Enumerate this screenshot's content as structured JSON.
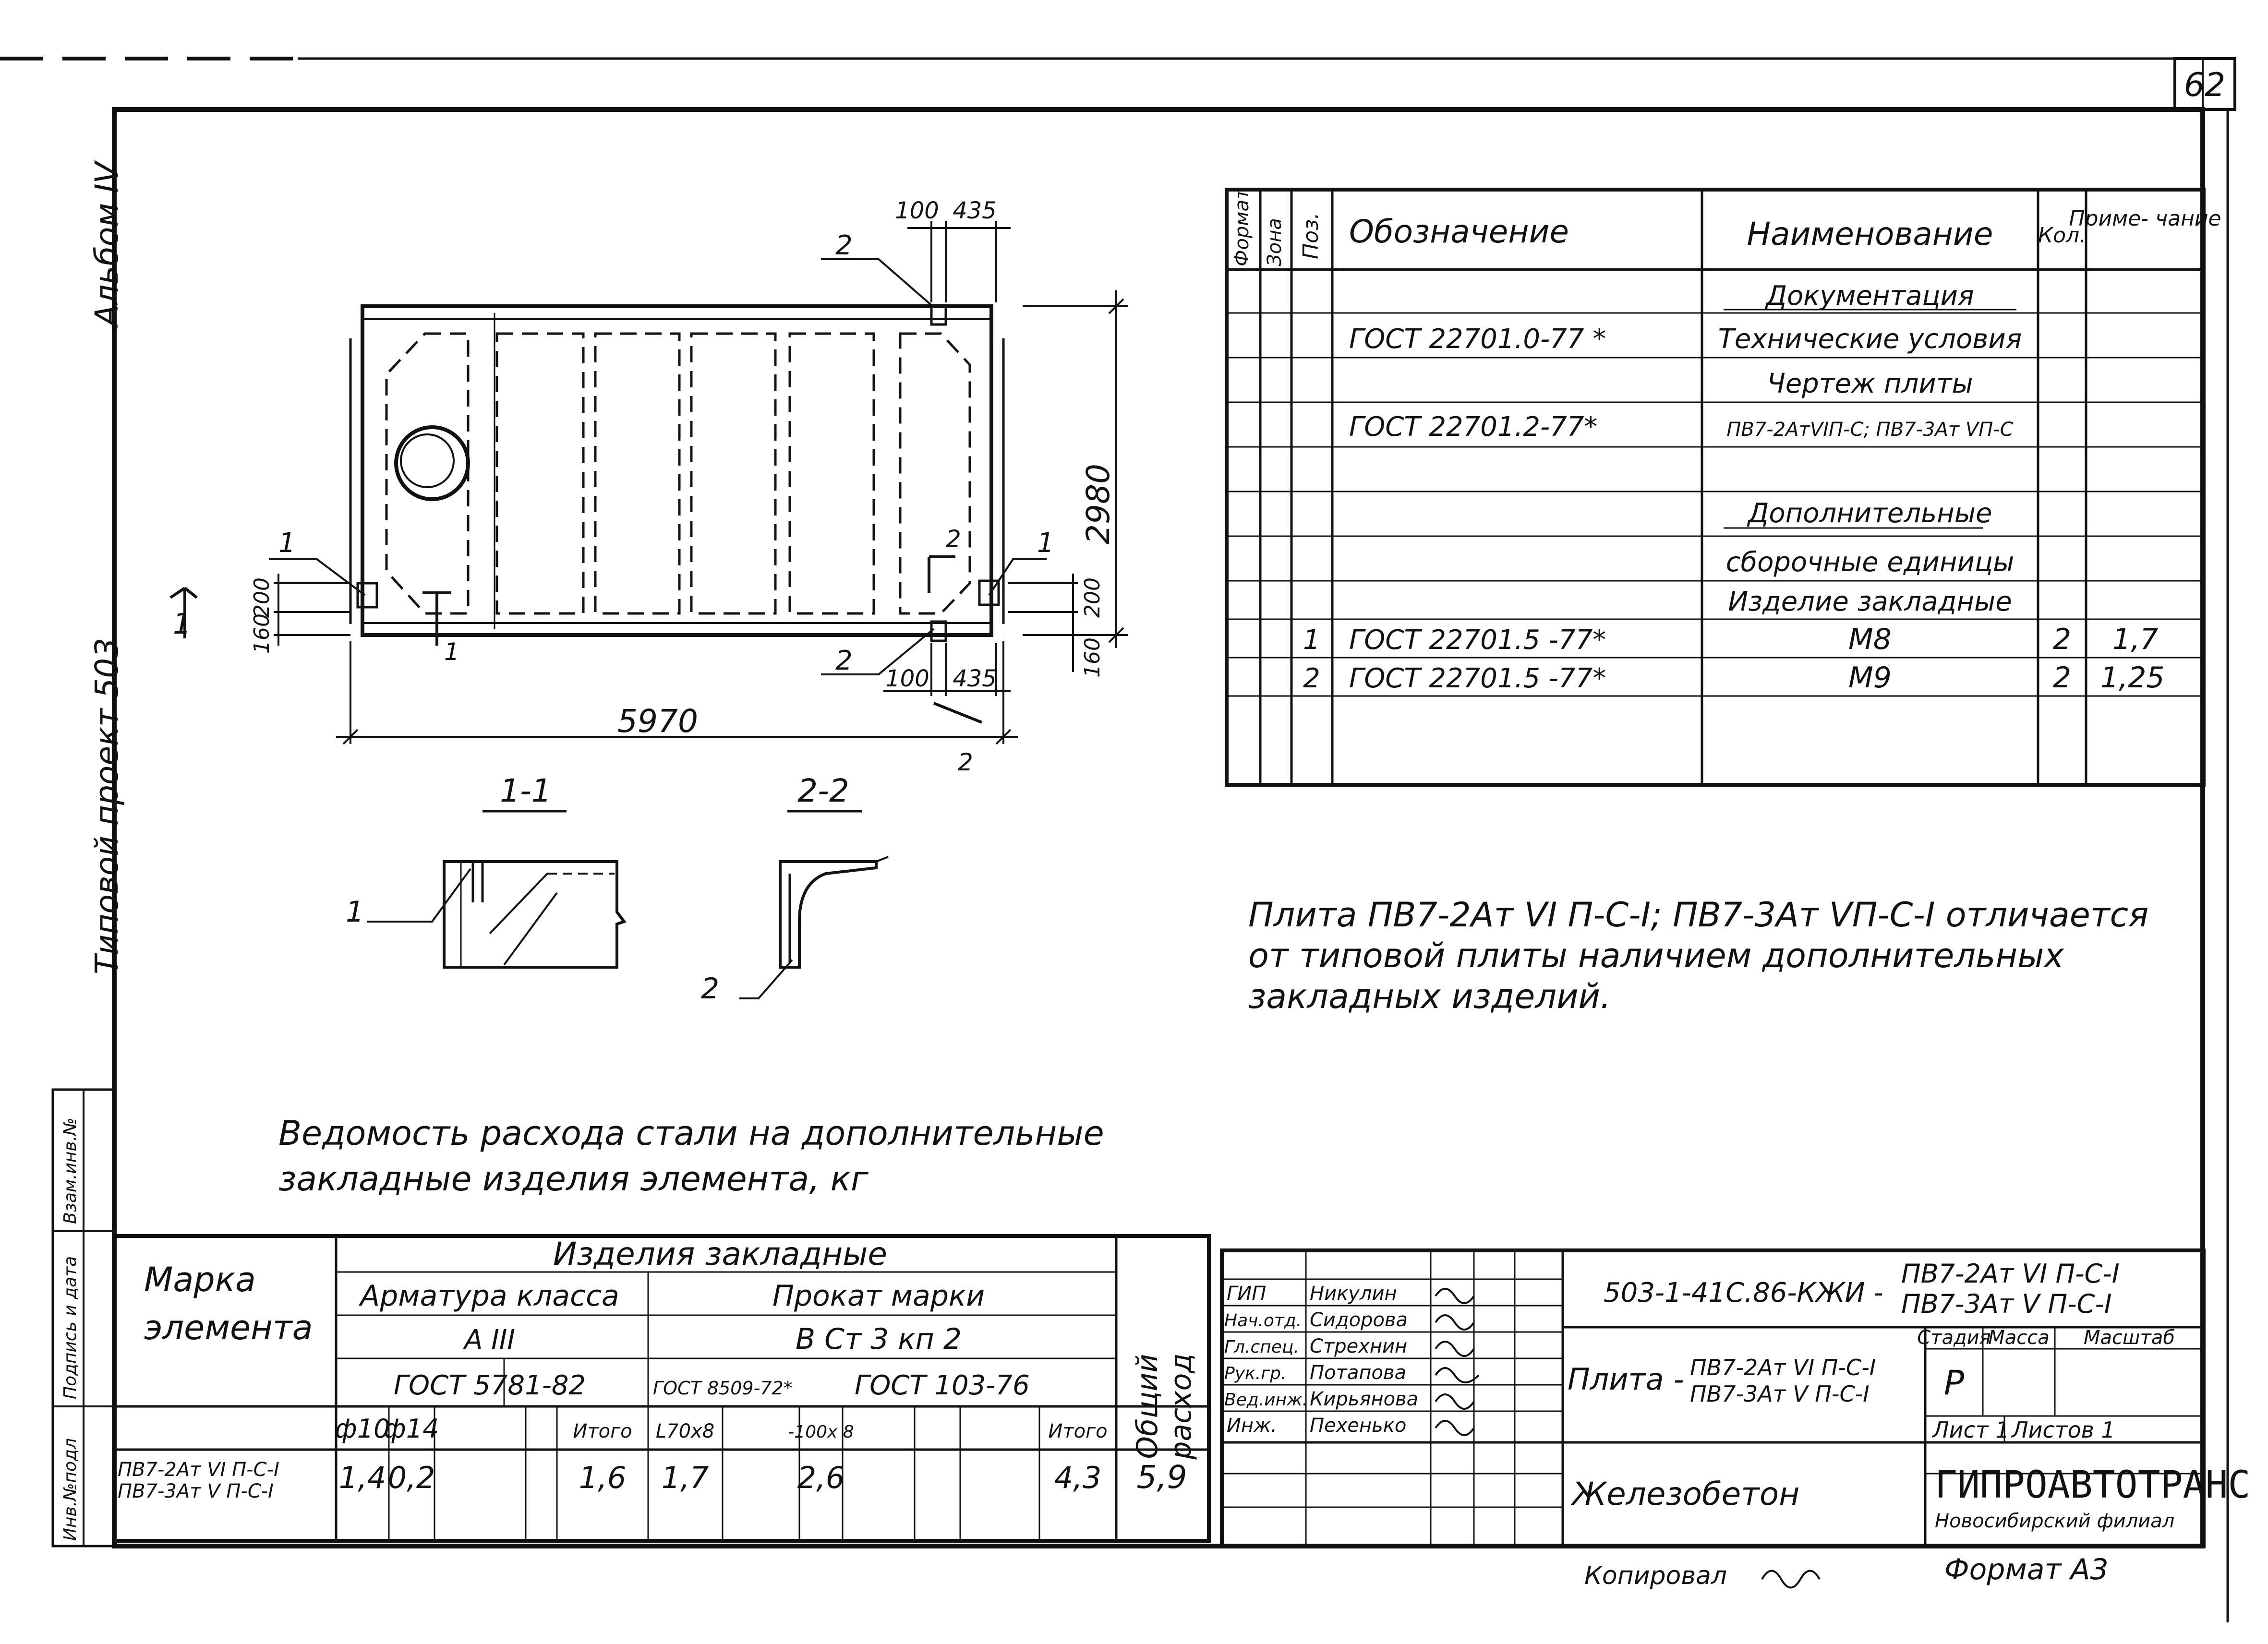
{
  "page_number": "62",
  "side": {
    "album": "Альбом IV",
    "project": "Типовой проект 503",
    "stamp_cells": [
      "Инв.№подл",
      "Подпись и дата",
      "Взам.инв.№"
    ]
  },
  "drawing": {
    "dim_total_length": "5970",
    "dim_width": "2980",
    "dim_100_top": "100",
    "dim_435_top": "435",
    "dim_100_bottom": "100",
    "dim_435_bottom": "435",
    "dim_200_left": "200",
    "dim_160_left": "160",
    "dim_200_right": "200",
    "dim_160_right": "160",
    "marker_1": "1",
    "marker_2": "2",
    "section_1_title": "1-1",
    "section_2_title": "2-2"
  },
  "spec_table": {
    "headers": {
      "format": "Формат",
      "zone": "Зона",
      "pos": "Поз.",
      "designation": "Обозначение",
      "name": "Наименование",
      "qty": "Кол.",
      "note": "Приме- чание"
    },
    "rows": [
      {
        "pos": "",
        "designation": "",
        "name": "Документация",
        "qty": "",
        "note": ""
      },
      {
        "pos": "",
        "designation": "ГОСТ 22701.0-77 *",
        "name": "Технические условия",
        "qty": "",
        "note": ""
      },
      {
        "pos": "",
        "designation": "",
        "name": "Чертеж плиты",
        "qty": "",
        "note": ""
      },
      {
        "pos": "",
        "designation": "ГОСТ 22701.2-77*",
        "name": "ПВ7-2АтVIП-С; ПВ7-3Ат VП-С",
        "qty": "",
        "note": ""
      },
      {
        "pos": "",
        "designation": "",
        "name": "",
        "qty": "",
        "note": ""
      },
      {
        "pos": "",
        "designation": "",
        "name": "Дополнительные",
        "qty": "",
        "note": ""
      },
      {
        "pos": "",
        "designation": "",
        "name": "сборочные единицы",
        "qty": "",
        "note": ""
      },
      {
        "pos": "",
        "designation": "",
        "name": "Изделие закладные",
        "qty": "",
        "note": ""
      },
      {
        "pos": "1",
        "designation": "ГОСТ 22701.5 -77*",
        "name": "М8",
        "qty": "2",
        "note": "1,7"
      },
      {
        "pos": "2",
        "designation": "ГОСТ 22701.5 -77*",
        "name": "М9",
        "qty": "2",
        "note": "1,25"
      }
    ]
  },
  "note_text": [
    "Плита ПВ7-2Ат VI П-С-I; ПВ7-3Ат VП-С-I отличается",
    "от типовой плиты наличием дополнительных",
    "закладных изделий."
  ],
  "steel_statement": {
    "title": [
      "Ведомость расхода стали на дополнительные",
      "закладные изделия элемента, кг"
    ],
    "mark_header": [
      "Марка",
      "элемента"
    ],
    "embedded_header": "Изделия закладные",
    "rebar_header": "Арматура класса",
    "rebar_class": "А III",
    "rolled_header": "Прокат марки",
    "rolled_grade": "В Ст 3 кп 2",
    "gost_rebar": "ГОСТ 5781-82",
    "gost_rolled_1": "ГОСТ 8509-72*",
    "gost_rolled_2": "ГОСТ 103-76",
    "col_d10": "ф10",
    "col_d14": "ф14",
    "col_total_1": "Итого",
    "col_angle": "L70х8",
    "col_strip": "-100х 8",
    "col_total_2": "Итого",
    "total_header": [
      "Общий",
      "расход"
    ],
    "row_mark": [
      "ПВ7-2Ат VI П-С-I",
      "ПВ7-3Ат V П-С-I"
    ],
    "values": {
      "d10": "1,4",
      "d14": "0,2",
      "total_1": "1,6",
      "angle": "1,7",
      "strip": "2,6",
      "total_2": "4,3",
      "overall": "5,9"
    }
  },
  "title_block": {
    "people": [
      {
        "role": "ГИП",
        "name": "Никулин"
      },
      {
        "role": "Нач.отд.",
        "name": "Сидорова"
      },
      {
        "role": "Гл.спец.",
        "name": "Стрехнин"
      },
      {
        "role": "Рук.гр.",
        "name": "Потапова"
      },
      {
        "role": "Вед.инж.",
        "name": "Кирьянова"
      },
      {
        "role": "Инж.",
        "name": "Пехенько"
      }
    ],
    "code": "503-1-41С.86-КЖИ -",
    "code_marks": [
      "ПВ7-2Ат VI П-С-I",
      "ПВ7-3Ат V П-С-I"
    ],
    "item_prefix": "Плита -",
    "item_marks": [
      "ПВ7-2Ат VI П-С-I",
      "ПВ7-3Ат V П-С-I"
    ],
    "stage_label": "Стадия",
    "mass_label": "Масса",
    "scale_label": "Масштаб",
    "stage_value": "Р",
    "sheet_label": "Лист 1",
    "sheets_label": "Листов 1",
    "material": "Железобетон",
    "org_name": "ГИПРОАВТОТРАНС",
    "org_branch": "Новосибирский филиал"
  },
  "footer": {
    "copied": "Копировал",
    "format": "Формат А3"
  }
}
